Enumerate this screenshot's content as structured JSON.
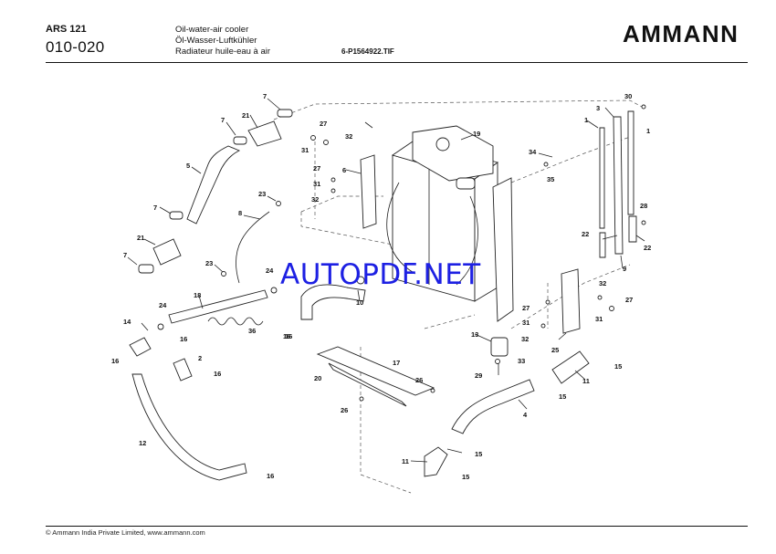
{
  "header": {
    "model": "ARS 121",
    "code": "010-020",
    "title_en": "Oil-water-air cooler",
    "title_de": "Öl-Wasser-Luftkühler",
    "title_fr": "Radiateur huile-eau à air",
    "file": "6-P1564922.TIF",
    "brand": "AMMANN"
  },
  "watermark": "AUTOPDF.NET",
  "footer": "© Ammann India Private Limited, www.ammann.com",
  "callouts": [
    "1",
    "1",
    "2",
    "3",
    "4",
    "5",
    "6",
    "7",
    "7",
    "7",
    "7",
    "8",
    "9",
    "10",
    "11",
    "11",
    "12",
    "13",
    "14",
    "15",
    "15",
    "15",
    "15",
    "16",
    "16",
    "16",
    "16",
    "16",
    "16",
    "17",
    "18",
    "19",
    "20",
    "21",
    "21",
    "22",
    "22",
    "23",
    "23",
    "24",
    "24",
    "25",
    "26",
    "26",
    "27",
    "27",
    "27",
    "27",
    "28",
    "29",
    "30",
    "31",
    "31",
    "31",
    "31",
    "32",
    "32",
    "32",
    "32",
    "33",
    "34",
    "35",
    "36"
  ]
}
